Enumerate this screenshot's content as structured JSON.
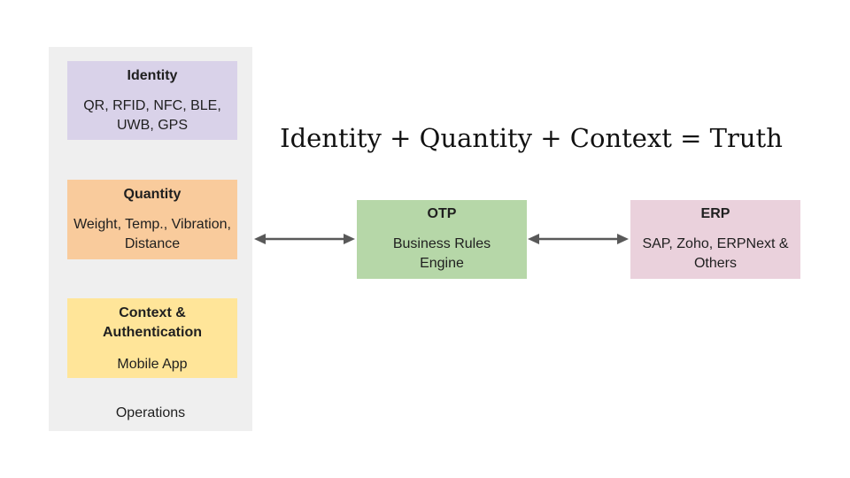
{
  "headline": "Identity + Quantity + Context = Truth",
  "operations": {
    "label": "Operations",
    "identity": {
      "title": "Identity",
      "body": "QR, RFID, NFC, BLE, UWB, GPS"
    },
    "quantity": {
      "title": "Quantity",
      "body": "Weight, Temp., Vibration, Distance"
    },
    "context": {
      "title": "Context & Authentication",
      "body": "Mobile App"
    }
  },
  "otp": {
    "title": "OTP",
    "body": "Business Rules Engine"
  },
  "erp": {
    "title": "ERP",
    "body": "SAP, Zoho, ERPNext & Others"
  },
  "colors": {
    "panel": "#efefef",
    "identity": "#d9d2e9",
    "quantity": "#f9cb9c",
    "context": "#ffe599",
    "otp": "#b6d7a8",
    "erp": "#ead1dc",
    "arrow": "#595959"
  }
}
